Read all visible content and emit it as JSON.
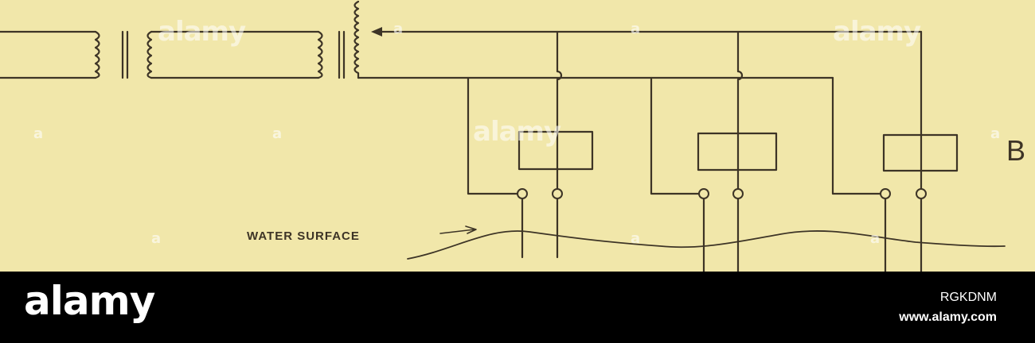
{
  "diagram": {
    "water_label": "WATER SURFACE",
    "panel_letter": "B"
  },
  "watermark": {
    "text": "alamy",
    "small": "a"
  },
  "footer": {
    "logo": "alamy",
    "image_code": "RGKDNM",
    "url": "www.alamy.com"
  },
  "colors": {
    "paper": "#f1e7aa",
    "ink": "#3d3426",
    "footer_bg": "#000000",
    "footer_text": "#ffffff"
  }
}
